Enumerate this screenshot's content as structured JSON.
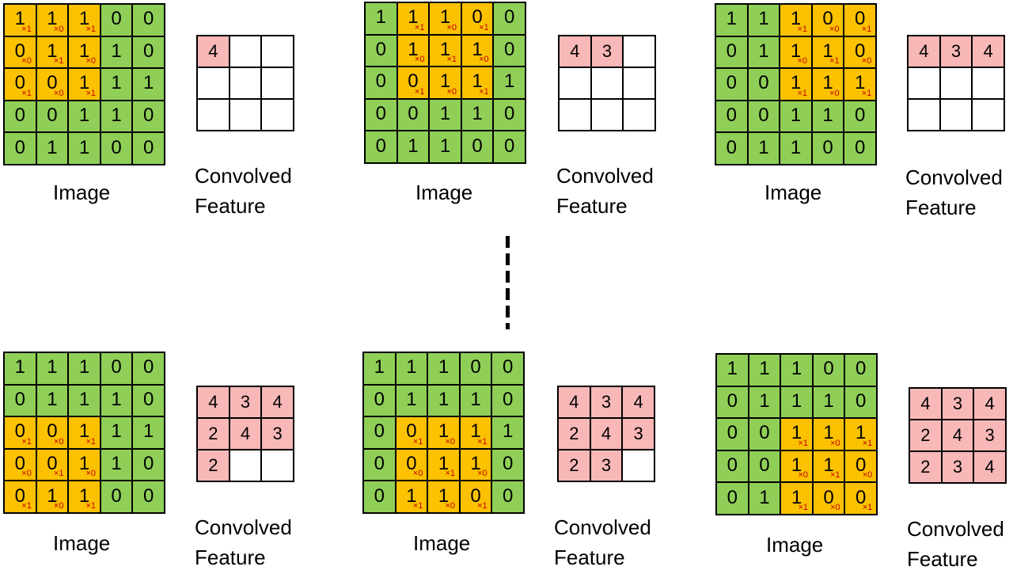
{
  "image_matrix": [
    [
      "1",
      "1",
      "1",
      "0",
      "0"
    ],
    [
      "0",
      "1",
      "1",
      "1",
      "0"
    ],
    [
      "0",
      "0",
      "1",
      "1",
      "1"
    ],
    [
      "0",
      "0",
      "1",
      "1",
      "0"
    ],
    [
      "0",
      "1",
      "1",
      "0",
      "0"
    ]
  ],
  "kernel": [
    [
      "×1",
      "×0",
      "×1"
    ],
    [
      "×0",
      "×1",
      "×0"
    ],
    [
      "×1",
      "×0",
      "×1"
    ]
  ],
  "feature_values": [
    [
      "4",
      "3",
      "4"
    ],
    [
      "2",
      "4",
      "3"
    ],
    [
      "2",
      "3",
      "4"
    ]
  ],
  "colors": {
    "image_cell": "#8fcf57",
    "kernel_window": "#fcc100",
    "feature_filled": "#f8b8b8",
    "weight_text": "#c00000"
  },
  "labels": {
    "image": "Image",
    "feature_line1": "Convolved",
    "feature_line2": "Feature"
  },
  "steps": [
    {
      "window_row": 0,
      "window_col": 0,
      "filled_count": 1
    },
    {
      "window_row": 0,
      "window_col": 1,
      "filled_count": 2
    },
    {
      "window_row": 0,
      "window_col": 2,
      "filled_count": 3
    },
    {
      "window_row": 2,
      "window_col": 0,
      "filled_count": 7
    },
    {
      "window_row": 2,
      "window_col": 1,
      "filled_count": 8
    },
    {
      "window_row": 2,
      "window_col": 2,
      "filled_count": 9
    }
  ]
}
